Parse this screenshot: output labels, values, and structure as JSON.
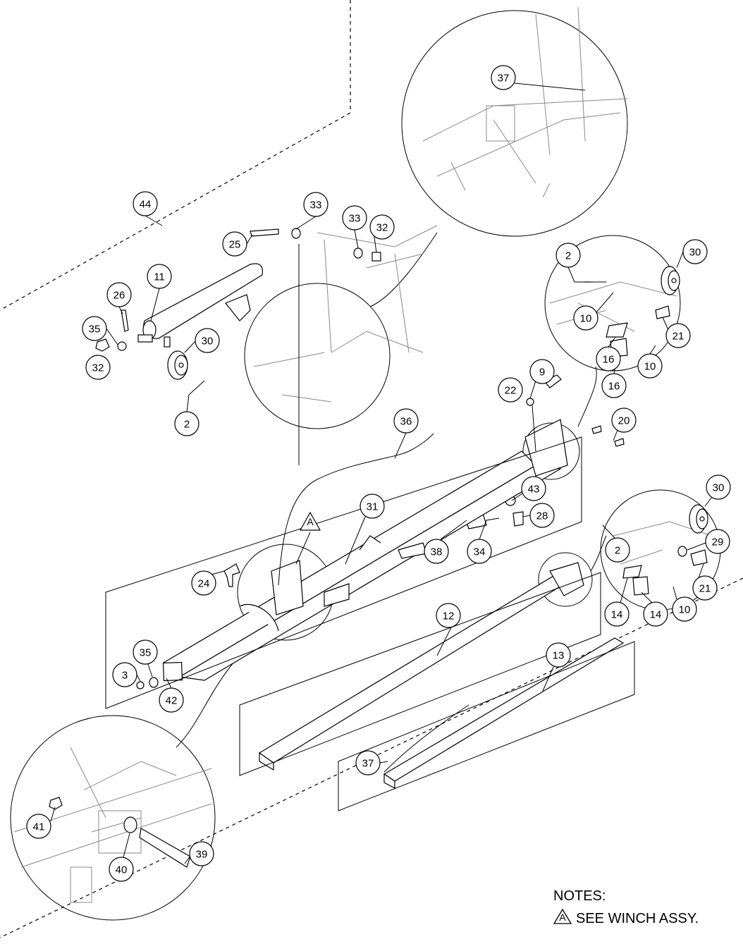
{
  "callouts": [
    "44",
    "25",
    "33",
    "33",
    "32",
    "11",
    "26",
    "35",
    "30",
    "32",
    "2",
    "37",
    "2",
    "30",
    "10",
    "21",
    "16",
    "10",
    "16",
    "9",
    "22",
    "20",
    "36",
    "43",
    "28",
    "31",
    "34",
    "38",
    "24",
    "30",
    "29",
    "2",
    "21",
    "10",
    "14",
    "14",
    "12",
    "13",
    "3",
    "35",
    "42",
    "37",
    "41",
    "39",
    "40"
  ],
  "winch_marker": "A",
  "notes": {
    "title": "NOTES:",
    "marker": "A",
    "text": "SEE WINCH ASSY."
  }
}
